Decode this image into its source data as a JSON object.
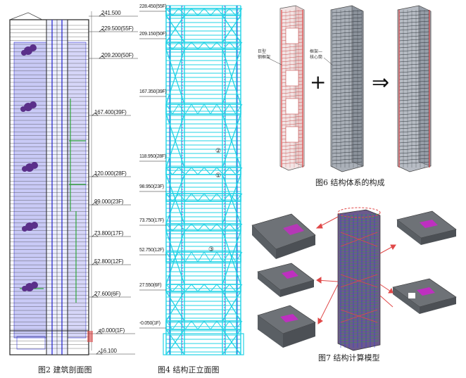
{
  "fig2": {
    "caption": "图2 建筑剖面图",
    "levels": [
      "241.500",
      "229.500(55F)",
      "209.200(50F)",
      "167.400(39F)",
      "120.000(28F)",
      "99.000(23F)",
      "73.800(17F)",
      "52.800(12F)",
      "27.600(6F)",
      "±0.000(1F)",
      "-16.100"
    ]
  },
  "fig4": {
    "caption": "图4 结构正立面图",
    "levels": [
      "228.450(55F)",
      "209.150(50F)",
      "167.350(39F)",
      "118.950(28F)",
      "98.950(23F)",
      "73.750(17F)",
      "52.750(12F)",
      "27.550(6F)",
      "-0.050(1F)"
    ],
    "markers": [
      "②",
      "①",
      "③"
    ]
  },
  "fig6": {
    "caption": "图6 结构体系的构成",
    "label_frame": "巨型\n钢框架",
    "label_core": "框架—\n核心筒",
    "plus": "+",
    "arrow": "⇒"
  },
  "fig7": {
    "caption": "图7 结构计算模型"
  },
  "colors": {
    "cyan": "#22d3e6",
    "blue": "#3a3ad8",
    "magenta": "#d21fd2",
    "green": "#2fa83a",
    "gray": "#6a6e74",
    "red": "#e04848"
  }
}
